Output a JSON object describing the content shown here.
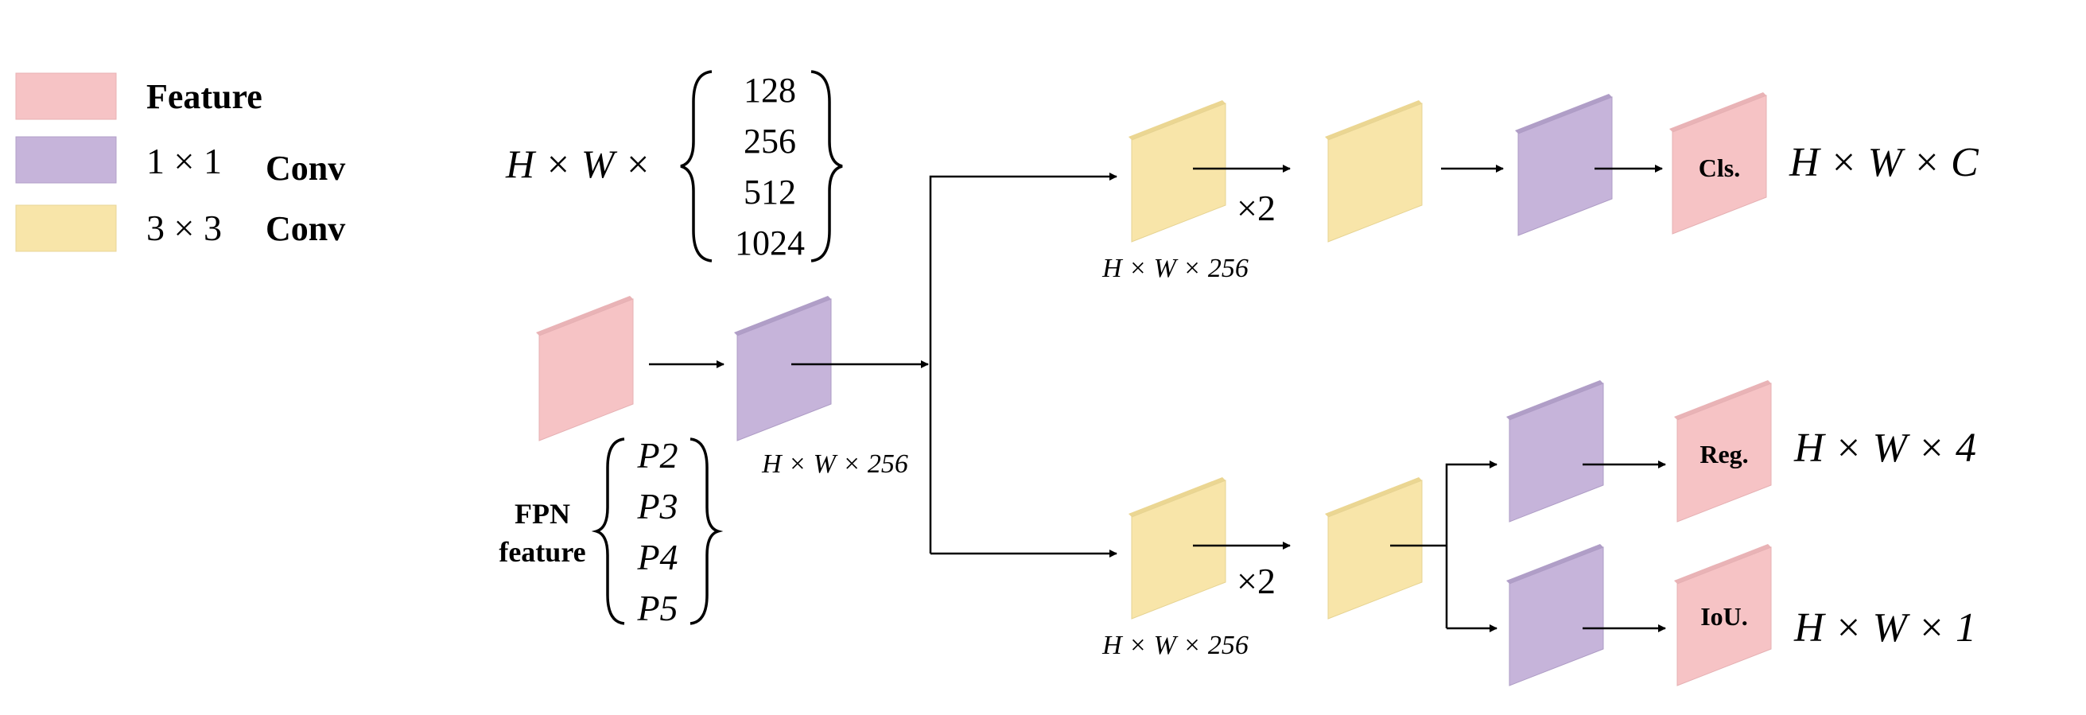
{
  "colors": {
    "feature": "#F6C3C5",
    "conv1x1": "#C6B4DA",
    "conv3x3": "#F8E5A9",
    "arrow": "#000000"
  },
  "legend": {
    "feature_label": "Feature",
    "conv1x1_label": "1 × 1",
    "conv3x3_label": "3 × 3",
    "conv_word": "Conv"
  },
  "input": {
    "shape_prefix": "H × W ×",
    "channels": [
      "128",
      "256",
      "512",
      "1024"
    ],
    "fpn_label_line1": "FPN",
    "fpn_label_line2": "feature",
    "fpn_levels": [
      "P2",
      "P3",
      "P4",
      "P5"
    ],
    "reduce_shape": "H × W × 256"
  },
  "branches": {
    "top_shape": "H × W × 256",
    "bottom_shape": "H × W × 256",
    "repeat": "×2"
  },
  "heads": {
    "cls": {
      "label": "Cls.",
      "shape": "H × W × C"
    },
    "reg": {
      "label": "Reg.",
      "shape": "H × W × 4"
    },
    "iou": {
      "label": "IoU.",
      "shape": "H × W × 1"
    }
  }
}
